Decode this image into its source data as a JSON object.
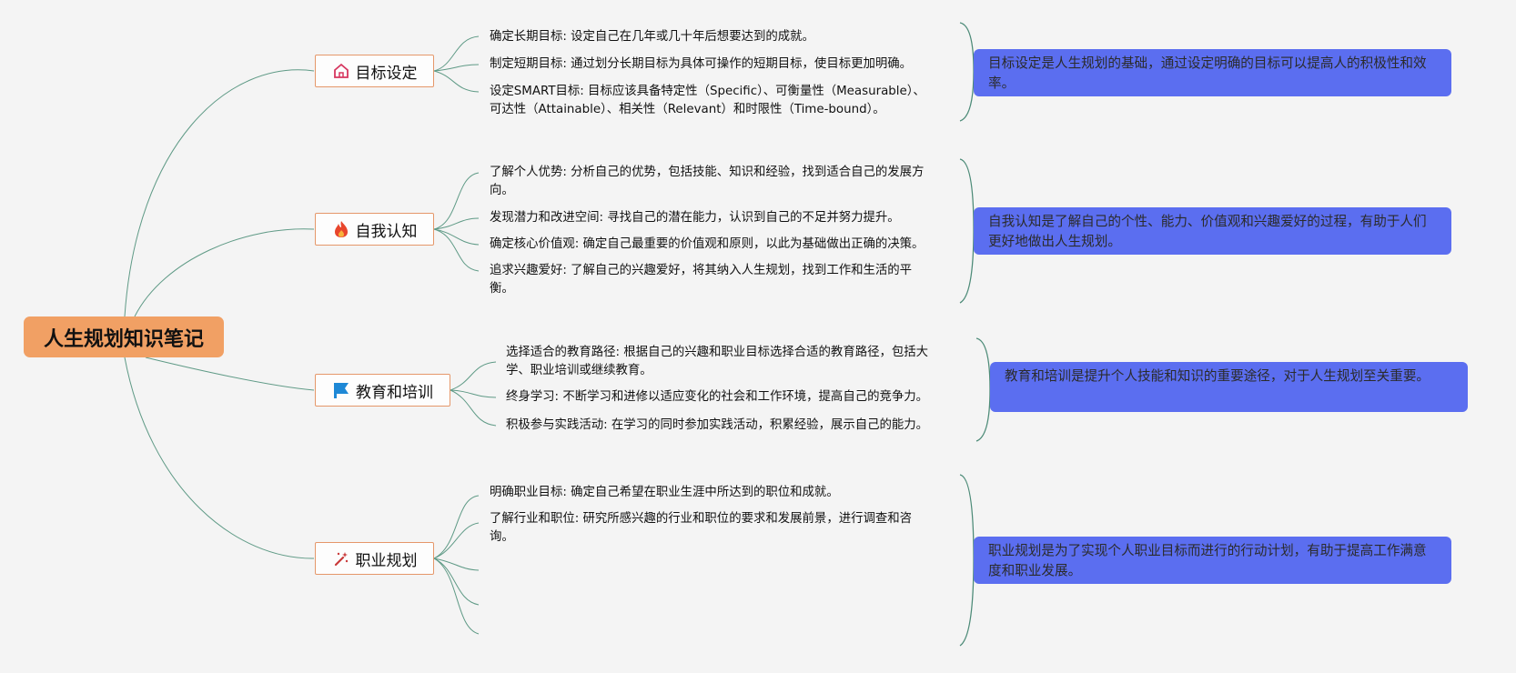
{
  "root": {
    "title": "人生规划知识笔记"
  },
  "branches": [
    {
      "label": "目标设定",
      "icon": "house-icon",
      "items": [
        "确定长期目标: 设定自己在几年或几十年后想要达到的成就。",
        "制定短期目标: 通过划分长期目标为具体可操作的短期目标，使目标更加明确。",
        "设定SMART目标: 目标应该具备特定性（Specific）、可衡量性（Measurable）、可达性（Attainable）、相关性（Relevant）和时限性（Time-bound）。"
      ],
      "summary": "目标设定是人生规划的基础，通过设定明确的目标可以提高人的积极性和效率。"
    },
    {
      "label": "自我认知",
      "icon": "fire-icon",
      "items": [
        "了解个人优势: 分析自己的优势，包括技能、知识和经验，找到适合自己的发展方向。",
        "发现潜力和改进空间: 寻找自己的潜在能力，认识到自己的不足并努力提升。",
        "确定核心价值观: 确定自己最重要的价值观和原则，以此为基础做出正确的决策。",
        "追求兴趣爱好: 了解自己的兴趣爱好，将其纳入人生规划，找到工作和生活的平衡。"
      ],
      "summary": "自我认知是了解自己的个性、能力、价值观和兴趣爱好的过程，有助于人们更好地做出人生规划。"
    },
    {
      "label": "教育和培训",
      "icon": "flag-icon",
      "items": [
        "选择适合的教育路径: 根据自己的兴趣和职业目标选择合适的教育路径，包括大学、职业培训或继续教育。",
        "终身学习: 不断学习和进修以适应变化的社会和工作环境，提高自己的竞争力。",
        "积极参与实践活动: 在学习的同时参加实践活动，积累经验，展示自己的能力。"
      ],
      "summary": "教育和培训是提升个人技能和知识的重要途径，对于人生规划至关重要。"
    },
    {
      "label": "职业规划",
      "icon": "magic-wand-icon",
      "items": [
        "明确职业目标: 确定自己希望在职业生涯中所达到的职位和成就。",
        "了解行业和职位: 研究所感兴趣的行业和职位的要求和发展前景，进行调查和咨询。"
      ],
      "summary": "职业规划是为了实现个人职业目标而进行的行动计划，有助于提高工作满意度和职业发展。"
    }
  ],
  "colors": {
    "root_fill": "#f1a064",
    "branch_border": "#e5976a",
    "connector": "#5f9a86",
    "bracket": "#4d8b78",
    "summary_fill": "#5b6ef0",
    "summary_text": "#2b2b2b"
  }
}
